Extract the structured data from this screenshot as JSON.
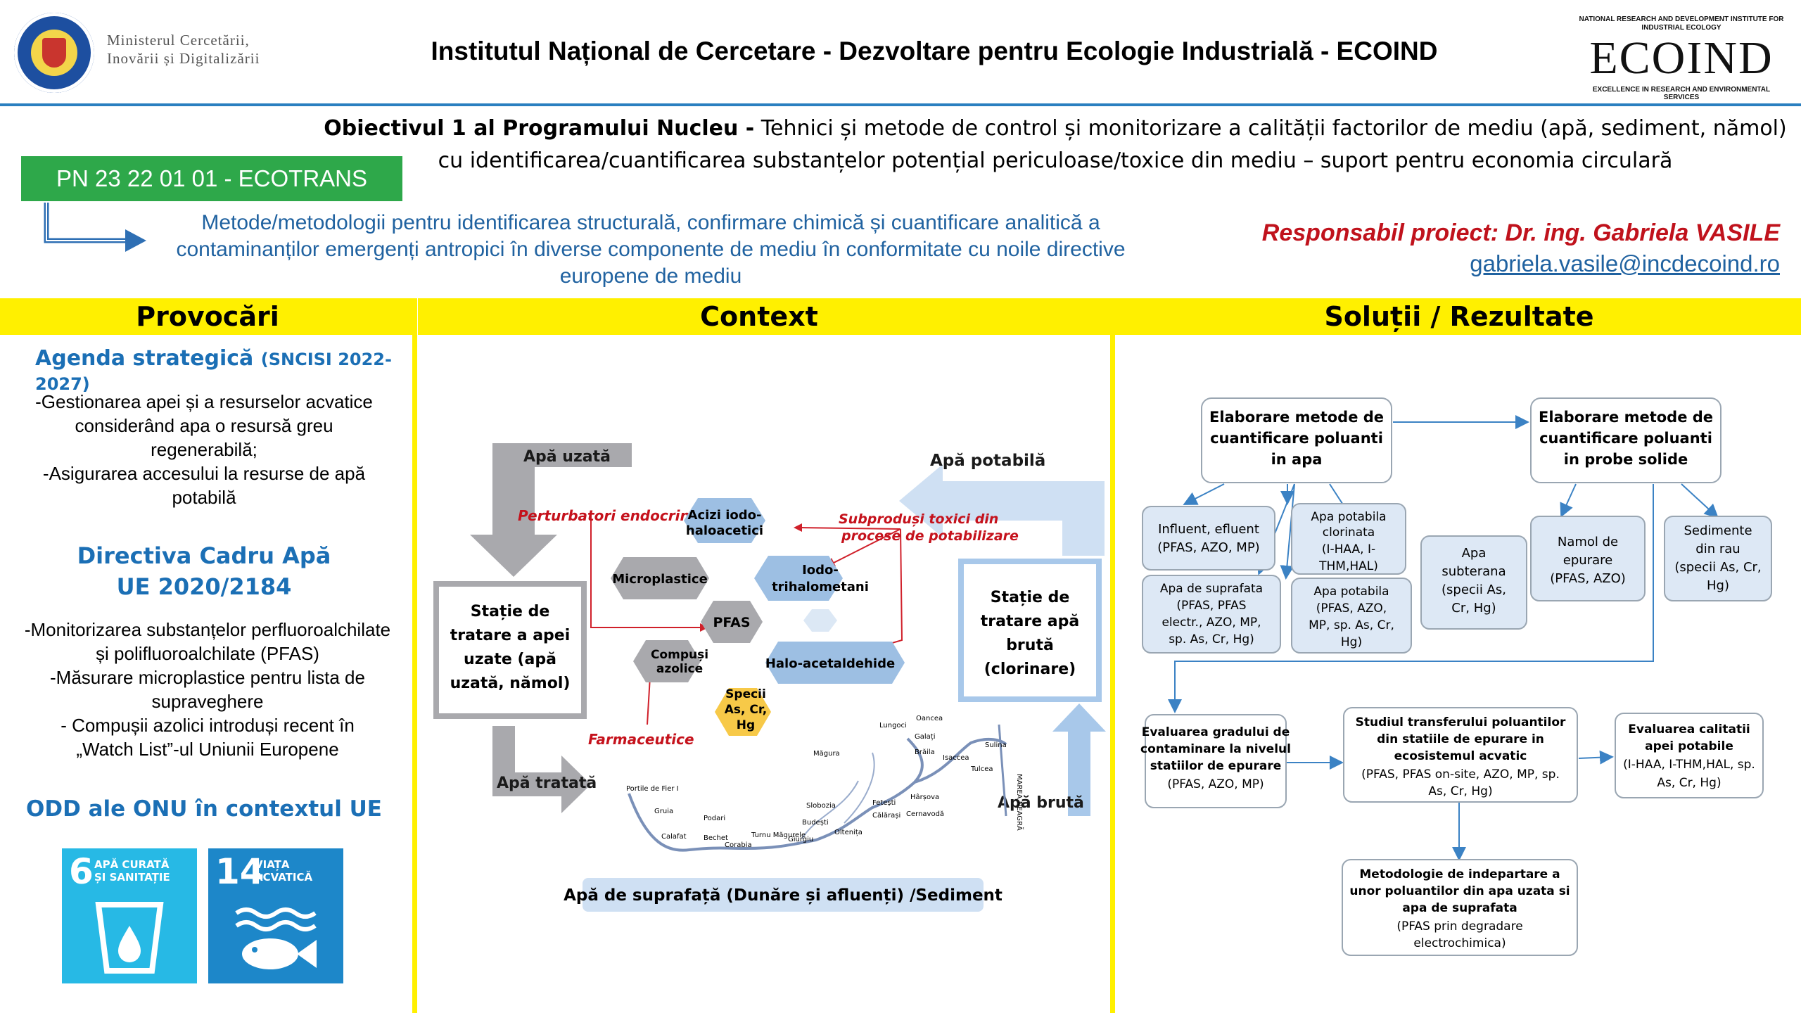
{
  "header": {
    "ministry": [
      "Ministerul Cercetării,",
      "Inovării și Digitalizării"
    ],
    "institute_title": "Institutul Național de Cercetare - Dezvoltare pentru Ecologie Industrială - ECOIND",
    "logo": {
      "top": "NATIONAL RESEARCH AND DEVELOPMENT INSTITUTE FOR INDUSTRIAL ECOLOGY",
      "word": "ECOIND",
      "bottom": "EXCELLENCE IN RESEARCH AND ENVIRONMENTAL SERVICES"
    }
  },
  "objective": {
    "bold": "Obiectivul 1 al Programului Nucleu -",
    "line1": " Tehnici și metode de control și monitorizare a calității factorilor de mediu (apă, sediment, nămol)",
    "line2": "cu identificarea/cuantificarea substanțelor potențial periculoase/toxice din mediu – suport pentru economia circulară"
  },
  "project": {
    "code": "PN 23 22 01 01 - ECOTRANS",
    "description": "Metode/metodologii pentru identificarea structurală, confirmare chimică și cuantificare analitică a contaminanților emergenți antropici în diverse componente de mediu în conformitate cu noile directive europene de mediu",
    "responsible": "Responsabil proiect: Dr. ing. Gabriela VASILE",
    "email": "gabriela.vasile@incdecoind.ro"
  },
  "columns": {
    "challenges": "Provocări",
    "context": "Context",
    "solutions": "Soluții / Rezultate"
  },
  "challenges": {
    "agenda_title": "Agenda strategică",
    "agenda_sub": "(SNCISI 2022-2027)",
    "agenda_lines": [
      "-Gestionarea apei și a resurselor acvatice",
      "considerând apa o resursă greu",
      "regenerabilă;",
      "-Asigurarea accesului la resurse de apă",
      "potabilă"
    ],
    "directive_title": [
      "Directiva Cadru Apă",
      "UE 2020/2184"
    ],
    "directive_lines": [
      "-Monitorizarea substanțelor perfluoroalchilate",
      "și polifluoroalchilate (PFAS)",
      "-Măsurare microplastice pentru lista de",
      "supraveghere",
      "-    Compușii azolici introduși recent în",
      "„Watch List”-ul Uniunii Europene"
    ],
    "odd_title": "ODD ale ONU în contextul UE",
    "sdg": [
      {
        "num": "6",
        "text": [
          "APĂ CURATĂ",
          "ȘI SANITAȚIE"
        ],
        "color": "#27b9e5"
      },
      {
        "num": "14",
        "text": [
          "VIAȚA",
          "ACVATICĂ"
        ],
        "color": "#1d87c9"
      }
    ]
  },
  "context": {
    "wastewater": "Apă uzată",
    "potable": "Apă potabilă",
    "treated": "Apă tratată",
    "raw": "Apă brută",
    "plant_left": [
      "Stație de",
      "tratare a apei",
      "uzate (apă",
      "uzată, nămol)"
    ],
    "plant_right": [
      "Stație de",
      "tratare apă",
      "brută",
      "(clorinare)"
    ],
    "endocrine": "Perturbatori endocrini",
    "byproducts": [
      "Subproduși toxici din",
      "procese de potabilizare"
    ],
    "pharma": "Farmaceutice",
    "hex": {
      "acids": [
        "Acizi iodo-",
        "haloacetici"
      ],
      "micro": "Microplastice",
      "iodo": [
        "Iodo-",
        "trihalometani"
      ],
      "pfas": "PFAS",
      "azole": [
        "Compuși",
        "azolice"
      ],
      "halo": "Halo-acetaldehide",
      "species": [
        "Specii",
        "As, Cr,",
        "Hg"
      ]
    },
    "surface": "Apă de suprafață (Dunăre și afluenți) /Sediment",
    "map_labels": [
      "Portile de Fier I",
      "Gruia",
      "Calafat",
      "Podari",
      "Bechet",
      "Slobozia",
      "Turnu Măgurele",
      "Corabia",
      "Budești",
      "Giurgiu",
      "Oltenița",
      "Călărași",
      "Fetești",
      "Hârșova",
      "Cernavodă",
      "Brăila",
      "Galați",
      "Isaccea",
      "Tulcea",
      "Măgura",
      "Lungoci",
      "Oancea",
      "Sulina",
      "MAREA NEAGRĂ"
    ]
  },
  "solutions": {
    "b1": [
      "Elaborare metode de",
      "cuantificare poluanti",
      "in apa"
    ],
    "b2": [
      "Elaborare metode de",
      "cuantificare poluanti",
      "in probe solide"
    ],
    "s1": [
      "Influent, efluent",
      "(PFAS, AZO, MP)"
    ],
    "s2": [
      "Apa potabila",
      "clorinata",
      "(I-HAA, I-",
      "THM,HAL)"
    ],
    "s3": [
      "Apa",
      "subterana",
      "(specii As,",
      "Cr, Hg)"
    ],
    "s4": [
      "Apa de suprafata",
      "(PFAS, PFAS",
      "electr., AZO, MP,",
      "sp. As, Cr, Hg)"
    ],
    "s5": [
      "Apa potabila",
      "(PFAS, AZO,",
      "MP, sp. As, Cr,",
      "Hg)"
    ],
    "s6": [
      "Namol de",
      "epurare",
      "(PFAS, AZO)"
    ],
    "s7": [
      "Sedimente",
      "din rau",
      "(specii As, Cr,",
      "Hg)"
    ],
    "e1": [
      "Evaluarea gradului de",
      "contaminare la nivelul",
      "statiilor de epurare",
      "(PFAS, AZO, MP)"
    ],
    "e2": [
      "Studiul transferului poluantilor",
      "din statiile de epurare in",
      "ecosistemul acvatic",
      "(PFAS, PFAS on-site, AZO, MP, sp.",
      "As, Cr, Hg)"
    ],
    "e3": [
      "Evaluarea calitatii",
      "apei potabile",
      "(I-HAA, I-THM,HAL, sp.",
      "As, Cr, Hg)"
    ],
    "m1": [
      "Metodologie de indepartare a",
      "unor poluantilor din apa uzata si",
      "apa de suprafata",
      "(PFAS prin degradare",
      "electrochimica)"
    ]
  }
}
